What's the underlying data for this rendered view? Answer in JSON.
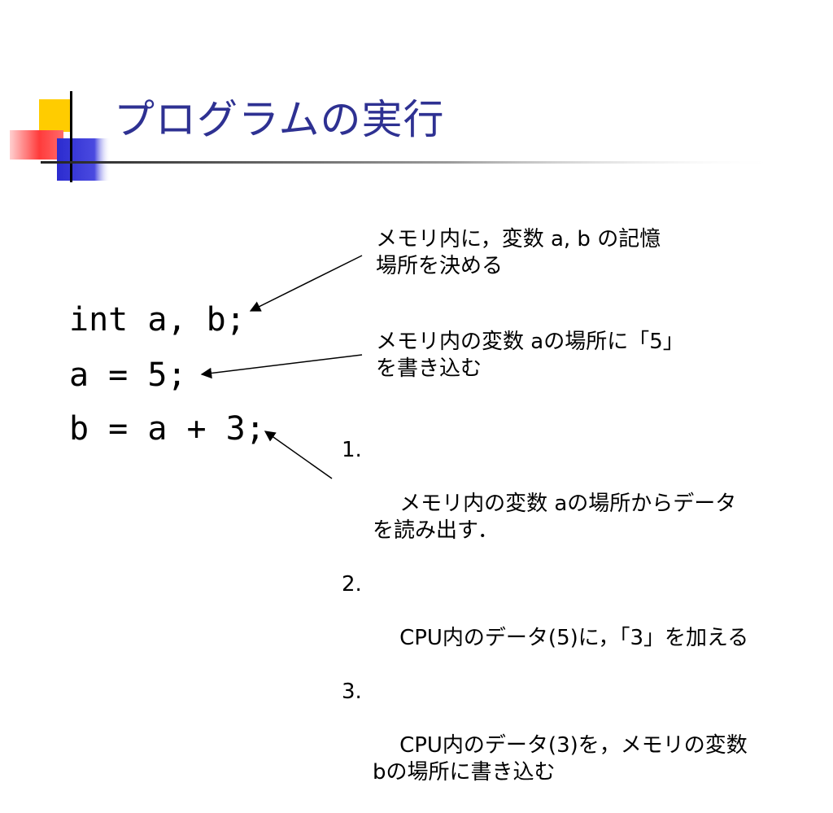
{
  "slide": {
    "title": "プログラムの実行",
    "code": {
      "line1": "int a, b;",
      "line2": "a = 5;",
      "line3": "b = a + 3;"
    },
    "notes": {
      "note1": "メモリ内に，変数 a, b の記憶\n場所を決める",
      "note2": "メモリ内の変数 aの場所に「5」\nを書き込む"
    },
    "steps": [
      {
        "num": "1.",
        "text": "メモリ内の変数 aの場所からデータ\nを読み出す．"
      },
      {
        "num": "2.",
        "text": "CPU内のデータ(5)に，「3」を加える"
      },
      {
        "num": "3.",
        "text": "CPU内のデータ(3)を，メモリの変数\nbの場所に書き込む"
      }
    ],
    "colors": {
      "title": "#2e3192",
      "deco_yellow": "#ffcc00",
      "deco_blue": "#3333cc",
      "deco_red": "#ff3333"
    }
  }
}
